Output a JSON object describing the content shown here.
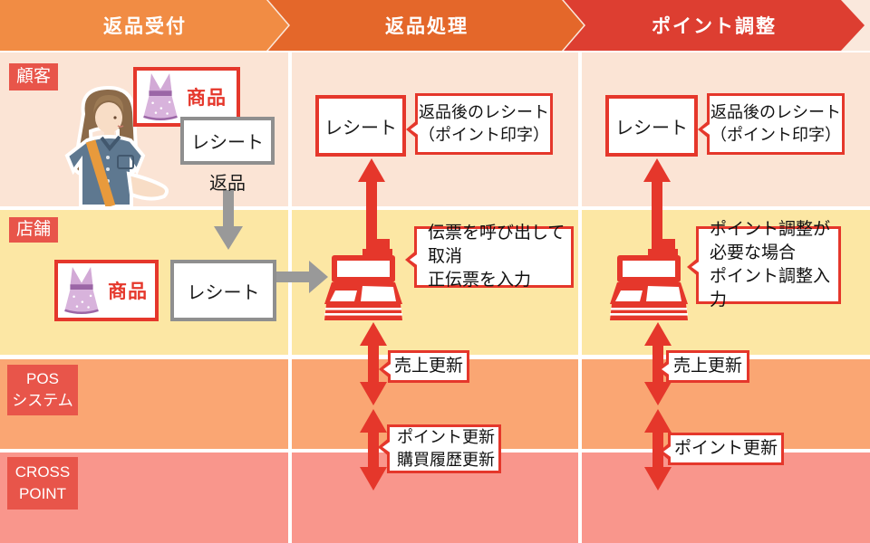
{
  "palette": {
    "phase1_color": "#f18c44",
    "phase2_color": "#e4672a",
    "phase3_color": "#dd3e31",
    "accent_red": "#e5372b",
    "lane_label_red": "#e8554a",
    "gray": "#8f8f8f",
    "lane_customer_bg": "#fbe4d5",
    "lane_store_bg": "#fce7a4",
    "lane_pos_bg": "#faa673",
    "lane_cross_bg": "#f9968c",
    "header_bg": "#fae8dc"
  },
  "phases": [
    {
      "label": "返品受付"
    },
    {
      "label": "返品処理"
    },
    {
      "label": "ポイント調整"
    }
  ],
  "lanes": [
    {
      "label_lines": [
        "顧客"
      ]
    },
    {
      "label_lines": [
        "店舗"
      ]
    },
    {
      "label_lines": [
        "POS",
        "システム"
      ]
    },
    {
      "label_lines": [
        "CROSS",
        "POINT"
      ]
    }
  ],
  "reception": {
    "customer_product_label": "商品",
    "customer_receipt_label": "レシート",
    "return_label": "返品",
    "store_product_label": "商品",
    "store_receipt_label": "レシート"
  },
  "processing": {
    "receipt_label": "レシート",
    "receipt_note_lines": [
      "返品後のレシート",
      "（ポイント印字）"
    ],
    "register_note_lines": [
      "伝票を呼び出して取消",
      "正伝票を入力"
    ],
    "pos_note": "売上更新",
    "cross_note_lines": [
      "ポイント更新",
      "購買履歴更新"
    ]
  },
  "adjustment": {
    "receipt_label": "レシート",
    "receipt_note_lines": [
      "返品後のレシート",
      "（ポイント印字）"
    ],
    "register_note_lines": [
      "ポイント調整が",
      "必要な場合",
      "ポイント調整入力"
    ],
    "pos_note": "売上更新",
    "cross_note": "ポイント更新"
  }
}
